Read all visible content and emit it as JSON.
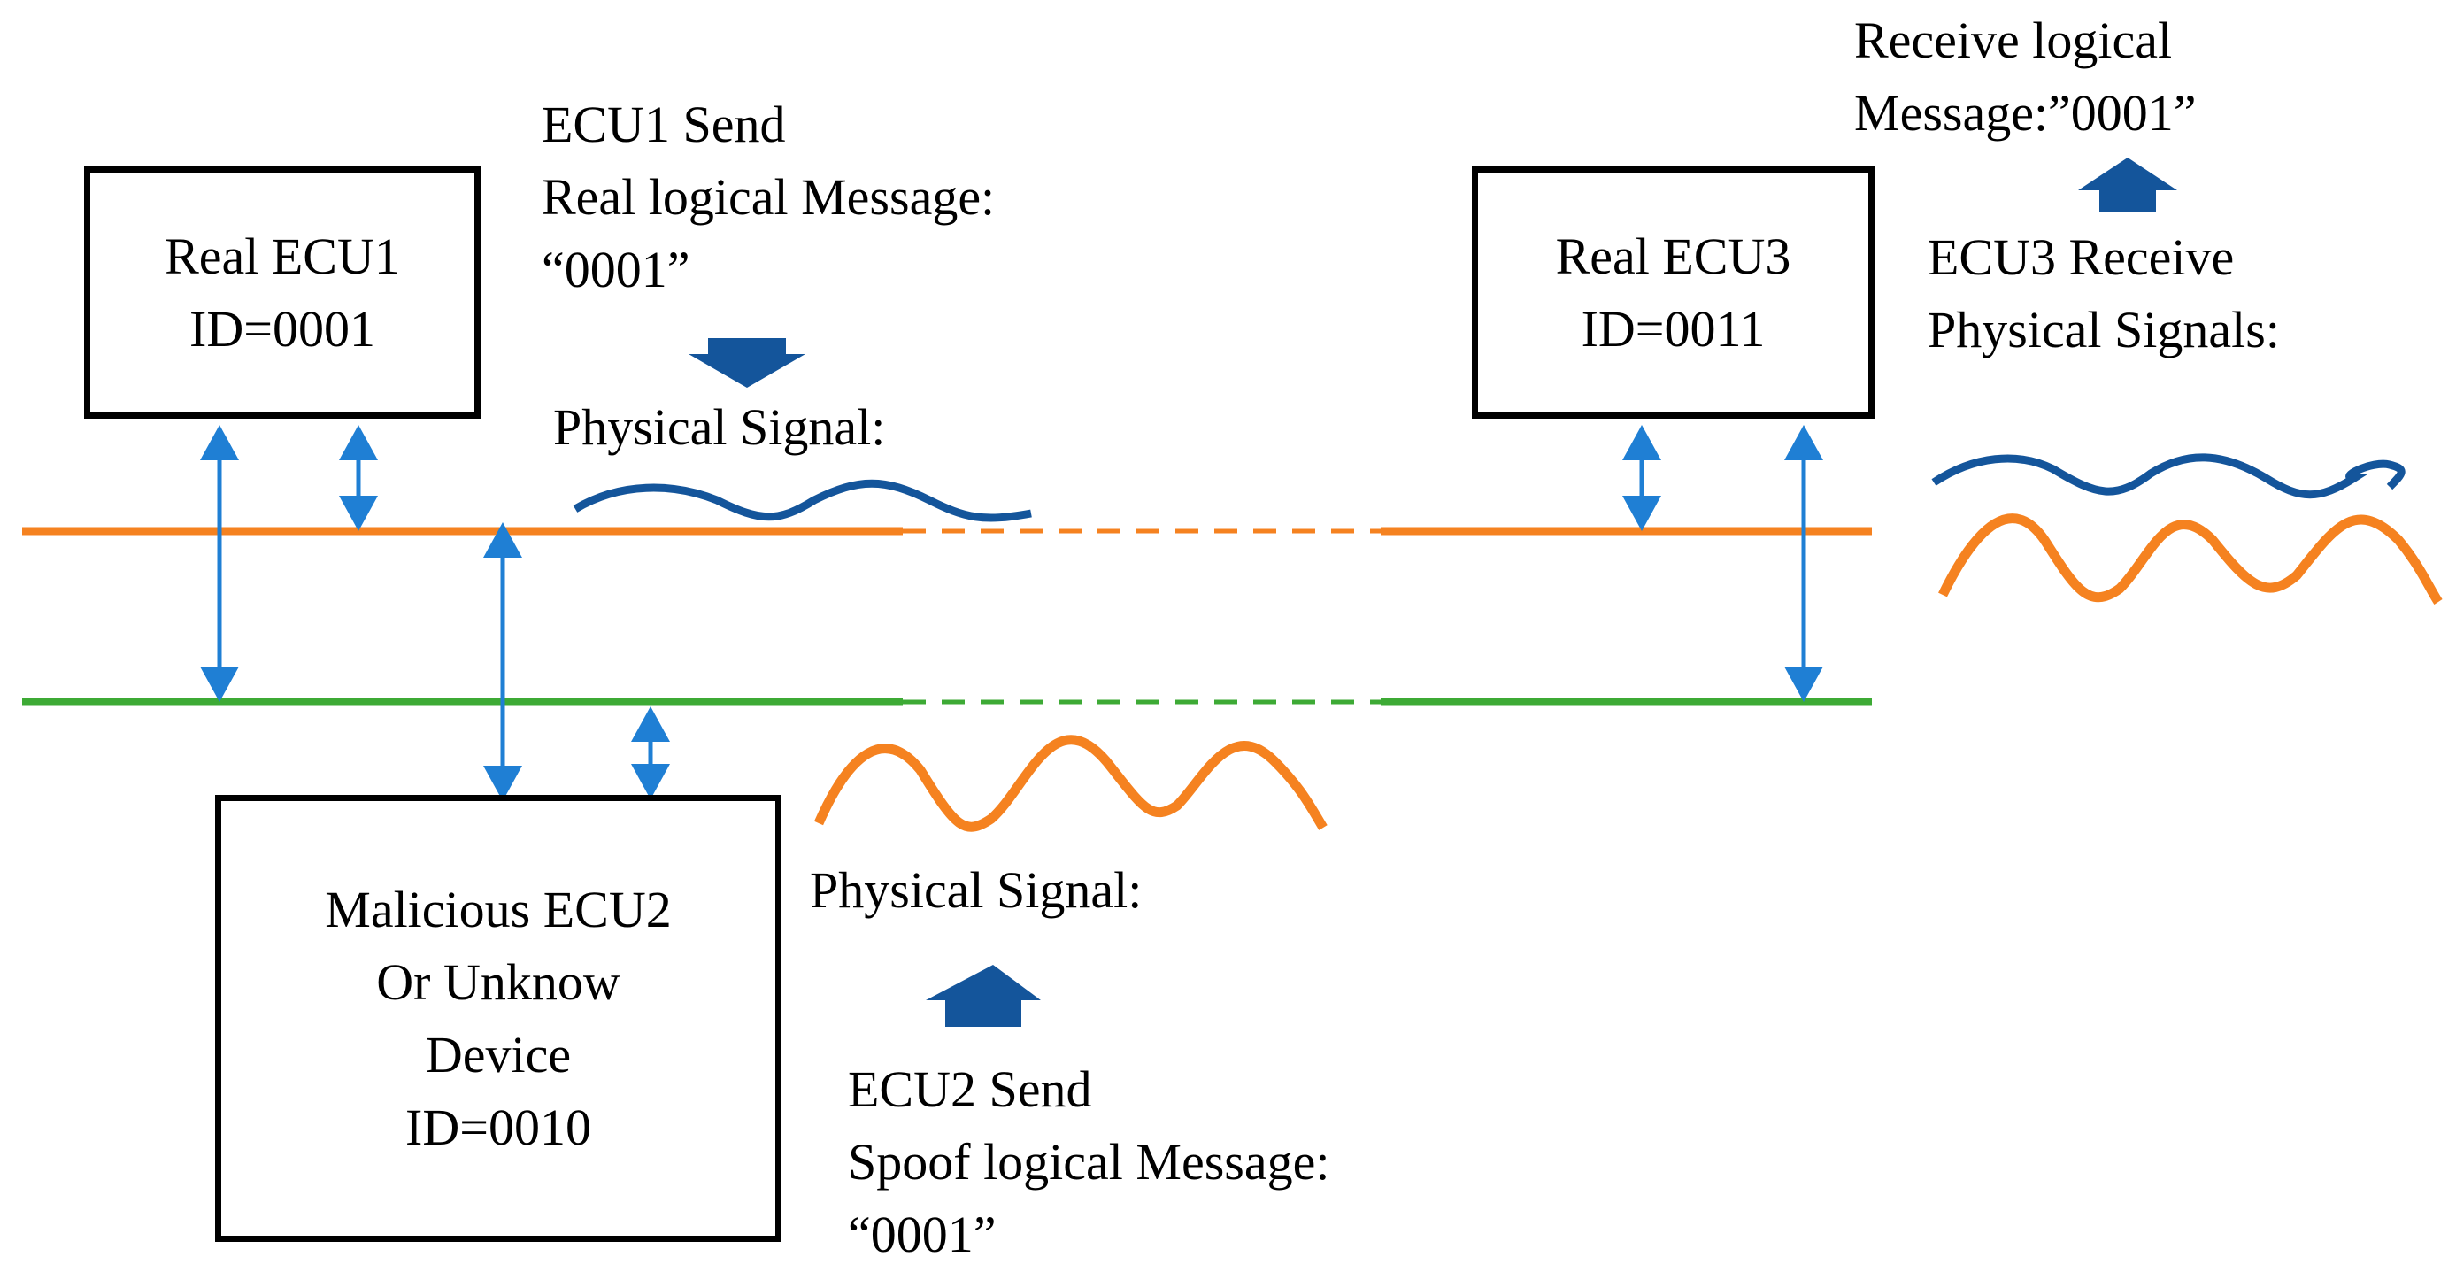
{
  "colors": {
    "bus_high": "#F58220",
    "bus_low": "#3DAA35",
    "wave_blue": "#14559B",
    "link_arrow": "#1F7FD4",
    "block_arrow": "#14559B"
  },
  "ecu1": {
    "name": "Real ECU1",
    "id": "ID=0001"
  },
  "ecu2": {
    "line1": "Malicious ECU2",
    "line2": "Or Unknow",
    "line3": "Device",
    "id": "ID=0010"
  },
  "ecu3": {
    "name": "Real ECU3",
    "id": "ID=0011"
  },
  "ecu1_send": {
    "line1": "ECU1 Send",
    "line2": "Real logical Message:",
    "line3": "“0001”"
  },
  "ecu1_signal": "Physical Signal:",
  "ecu2_signal": "Physical Signal:",
  "ecu2_send": {
    "line1": "ECU2 Send",
    "line2": "Spoof logical Message:",
    "line3": "“0001”"
  },
  "ecu3_receive": {
    "line1": "ECU3 Receive",
    "line2": "Physical Signals:"
  },
  "receive_logical": {
    "line1": "Receive logical",
    "line2": "Message:”0001”"
  }
}
